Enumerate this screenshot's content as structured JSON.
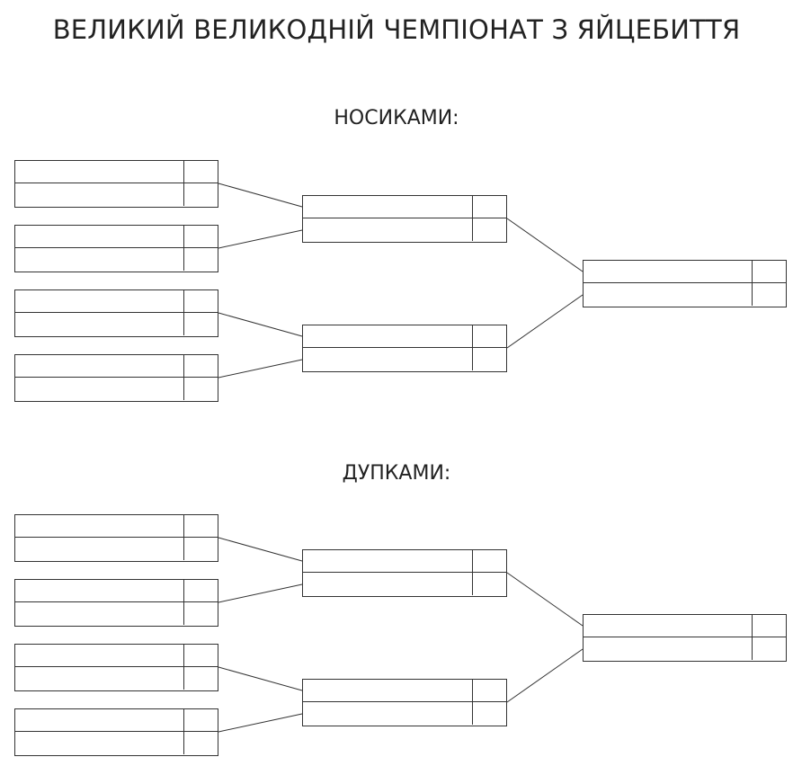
{
  "page": {
    "title": "ВЕЛИКИЙ ВЕЛИКОДНІЙ ЧЕМПІОНАТ З ЯЙЦЕБИТТЯ"
  },
  "colors": {
    "line": "#333333",
    "text": "#222222",
    "background": "#ffffff"
  },
  "brackets": [
    {
      "title": "НОСИКАМИ:",
      "rounds": [
        [
          {
            "players": [
              {
                "name": "",
                "score": ""
              },
              {
                "name": "",
                "score": ""
              }
            ]
          },
          {
            "players": [
              {
                "name": "",
                "score": ""
              },
              {
                "name": "",
                "score": ""
              }
            ]
          },
          {
            "players": [
              {
                "name": "",
                "score": ""
              },
              {
                "name": "",
                "score": ""
              }
            ]
          },
          {
            "players": [
              {
                "name": "",
                "score": ""
              },
              {
                "name": "",
                "score": ""
              }
            ]
          }
        ],
        [
          {
            "players": [
              {
                "name": "",
                "score": ""
              },
              {
                "name": "",
                "score": ""
              }
            ]
          },
          {
            "players": [
              {
                "name": "",
                "score": ""
              },
              {
                "name": "",
                "score": ""
              }
            ]
          }
        ],
        [
          {
            "players": [
              {
                "name": "",
                "score": ""
              },
              {
                "name": "",
                "score": ""
              }
            ]
          }
        ]
      ]
    },
    {
      "title": "ДУПКАМИ:",
      "rounds": [
        [
          {
            "players": [
              {
                "name": "",
                "score": ""
              },
              {
                "name": "",
                "score": ""
              }
            ]
          },
          {
            "players": [
              {
                "name": "",
                "score": ""
              },
              {
                "name": "",
                "score": ""
              }
            ]
          },
          {
            "players": [
              {
                "name": "",
                "score": ""
              },
              {
                "name": "",
                "score": ""
              }
            ]
          },
          {
            "players": [
              {
                "name": "",
                "score": ""
              },
              {
                "name": "",
                "score": ""
              }
            ]
          }
        ],
        [
          {
            "players": [
              {
                "name": "",
                "score": ""
              },
              {
                "name": "",
                "score": ""
              }
            ]
          },
          {
            "players": [
              {
                "name": "",
                "score": ""
              },
              {
                "name": "",
                "score": ""
              }
            ]
          }
        ],
        [
          {
            "players": [
              {
                "name": "",
                "score": ""
              },
              {
                "name": "",
                "score": ""
              }
            ]
          }
        ]
      ]
    }
  ]
}
